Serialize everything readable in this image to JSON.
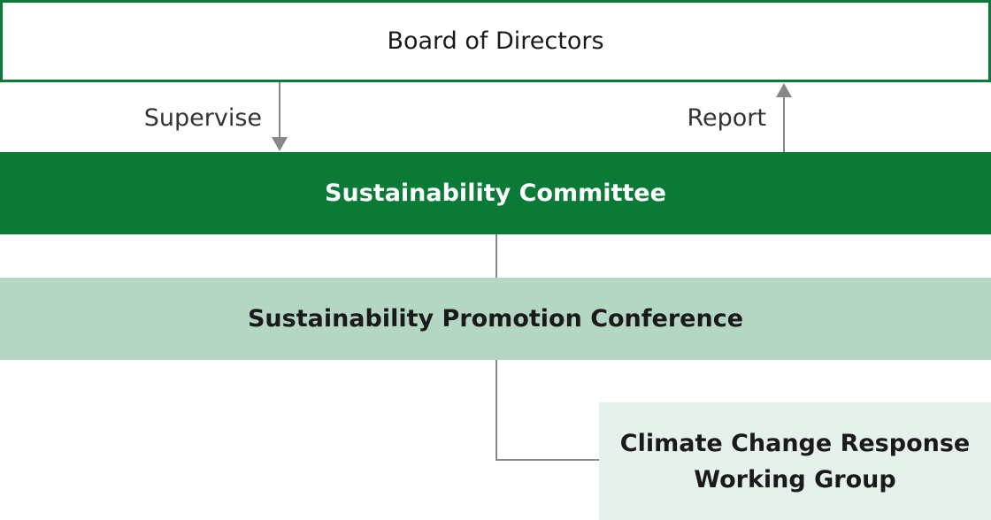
{
  "nodes": {
    "board": "Board of Directors",
    "committee": "Sustainability Committee",
    "promotion": "Sustainability Promotion Conference",
    "working_group_line1": "Climate Change Response",
    "working_group_line2": "Working Group"
  },
  "edges": {
    "supervise": "Supervise",
    "report": "Report"
  },
  "colors": {
    "primary_green": "#0a7a36",
    "light_green": "#b4d7c4",
    "pale_green": "#e6f1eb",
    "connector": "#888888"
  }
}
